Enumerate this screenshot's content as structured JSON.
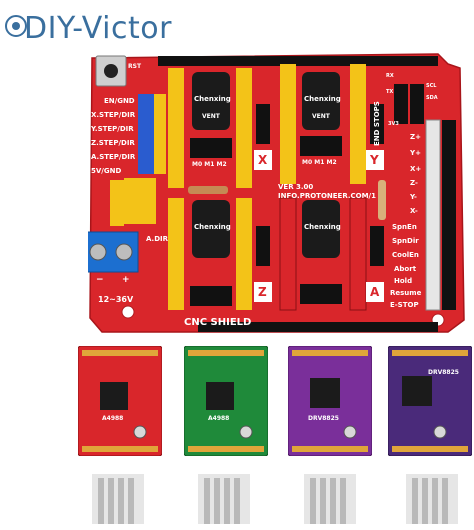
{
  "watermark": {
    "text": "DIY-Victor",
    "icon": "diy-circle-logo"
  },
  "shield": {
    "board_name": "CNC SHIELD",
    "version": "VER 3.00",
    "url": "INFO.PROTONEER.COM/1",
    "reset_label": "RST",
    "left_labels": [
      "EN/GND",
      "X.STEP/DIR",
      "Y.STEP/DIR",
      "Z.STEP/DIR",
      "A.STEP/DIR",
      "5V/GND"
    ],
    "power_label": "12~36V",
    "power_minus": "−",
    "power_plus": "+",
    "adir_label": "A.DIR",
    "axis_labels": [
      "X",
      "Y",
      "Z",
      "A"
    ],
    "cap_brand": "Chenxing",
    "cap_vent": "VENT",
    "micro_labels": "M0 M1 M2",
    "right_labels": [
      "Z+",
      "Y+",
      "X+",
      "Z-",
      "Y-",
      "X-"
    ],
    "end_stops_label": "END STOPS",
    "control_labels": [
      "SpnEn",
      "SpnDir",
      "CoolEn",
      "Abort",
      "Hold",
      "Resume",
      "E-STOP"
    ],
    "top_right_labels": [
      "RX",
      "TX",
      "SCL",
      "SDA",
      "3V3"
    ]
  },
  "drivers": [
    {
      "label": "A4988",
      "pcb_color": "#d9262b",
      "chip_label": "A4988"
    },
    {
      "label": "A4988",
      "pcb_color": "#1f8a3a",
      "chip_label": "A4988"
    },
    {
      "label": "DRV8825",
      "pcb_color": "#7a2f9a",
      "chip_label": "DRV8825"
    },
    {
      "label": "DRV8825",
      "pcb_color": "#4a2a7a",
      "chip_label": "DRV8825"
    }
  ],
  "heatsink_count": 4,
  "colors": {
    "board_red": "#d9262b",
    "header_yellow": "#f3c318",
    "header_blue": "#2a5ccf"
  }
}
